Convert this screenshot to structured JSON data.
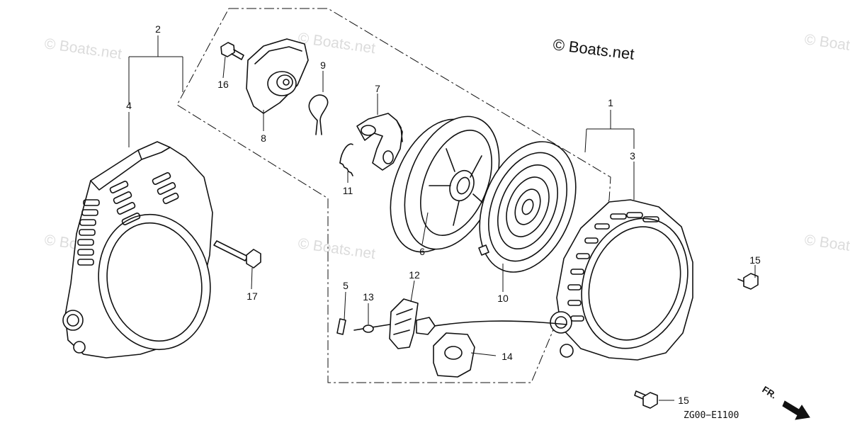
{
  "copyright": "© Boats.net",
  "watermark": "© Boats.net",
  "diagram_code": "ZG00−E1100",
  "front_marker": "FR.",
  "callouts": {
    "c1": "1",
    "c2": "2",
    "c3": "3",
    "c4": "4",
    "c5": "5",
    "c6": "6",
    "c7": "7",
    "c8": "8",
    "c9": "9",
    "c10": "10",
    "c11": "11",
    "c12": "12",
    "c13": "13",
    "c14": "14",
    "c15a": "15",
    "c15b": "15",
    "c16": "16",
    "c17": "17"
  }
}
